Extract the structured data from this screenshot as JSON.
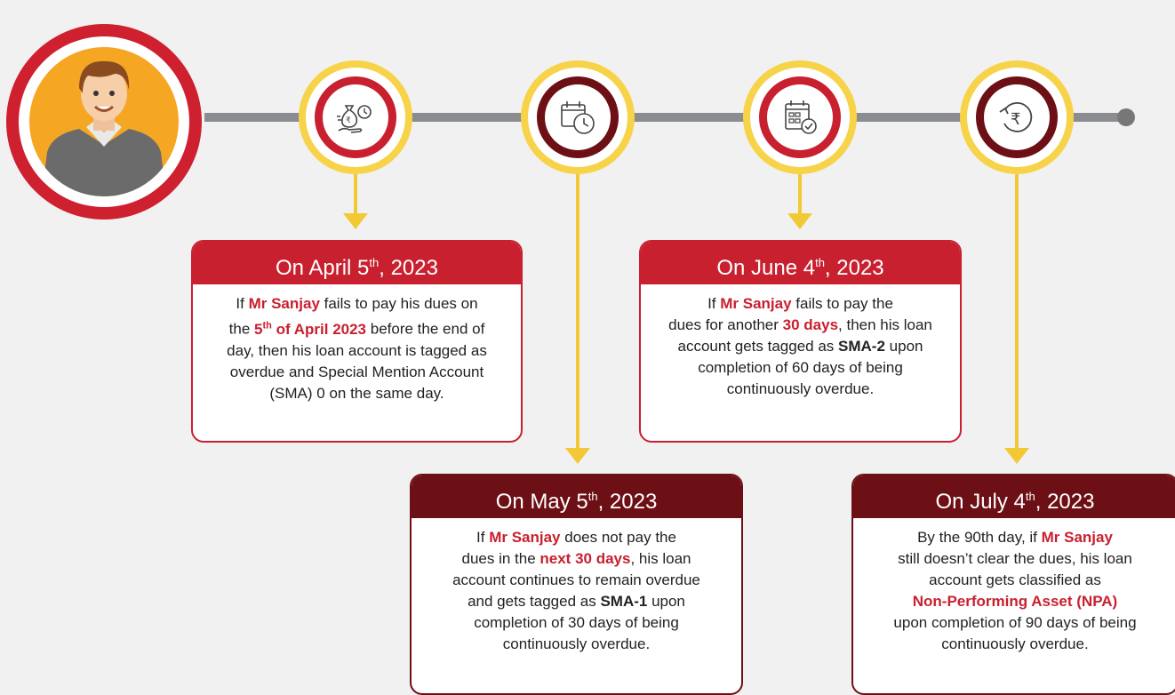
{
  "colors": {
    "red": "#c8202f",
    "maroon": "#6d1016",
    "yellow": "#f7d34a",
    "line": "#8a8c8f"
  },
  "avatar": {
    "icon": "man-avatar-icon"
  },
  "nodes": [
    {
      "icon": "money-bag-clock-icon"
    },
    {
      "icon": "calendar-clock-icon"
    },
    {
      "icon": "calendar-check-icon"
    },
    {
      "icon": "rupee-refresh-icon"
    }
  ],
  "events": {
    "april": {
      "header_pre": "On April 5",
      "header_sup": "th",
      "header_post": ", 2023",
      "b1": "If ",
      "b2": "Mr Sanjay",
      "b3": " fails to pay his dues on",
      "b4": "the ",
      "b5": "5",
      "b5sup": "th",
      "b5b": " of April 2023",
      "b6": " before the end of",
      "b7": "day, then his loan account is tagged as",
      "b8": "overdue and Special Mention Account",
      "b9": "(SMA) 0 on the same day."
    },
    "may": {
      "header_pre": "On May 5",
      "header_sup": "th",
      "header_post": ", 2023",
      "b1": "If ",
      "b2": "Mr Sanjay",
      "b3": " does not pay the",
      "b4": "dues in the ",
      "b5": "next 30 days",
      "b6": ", his loan",
      "b7": "account continues to remain overdue",
      "b8": "and gets tagged as ",
      "b9": "SMA-1",
      "b10": " upon",
      "b11": "completion of 30 days of being",
      "b12": "continuously overdue."
    },
    "june": {
      "header_pre": "On June 4",
      "header_sup": "th",
      "header_post": ", 2023",
      "b1": "If ",
      "b2": "Mr Sanjay",
      "b3": " fails to pay the",
      "b4": "dues for another ",
      "b5": "30 days",
      "b6": ", then his loan",
      "b7": "account gets tagged as ",
      "b8": "SMA-2",
      "b9": " upon",
      "b10": "completion of 60 days of being",
      "b11": "continuously overdue."
    },
    "july": {
      "header_pre": "On July 4",
      "header_sup": "th",
      "header_post": ", 2023",
      "b1": "By the 90th day, if ",
      "b2": "Mr Sanjay",
      "b3": "still doesn’t clear the dues, his loan",
      "b4": "account gets classified as",
      "b5": "Non-Performing Asset (NPA)",
      "b6": "upon completion of 90 days of being",
      "b7": "continuously overdue."
    }
  }
}
